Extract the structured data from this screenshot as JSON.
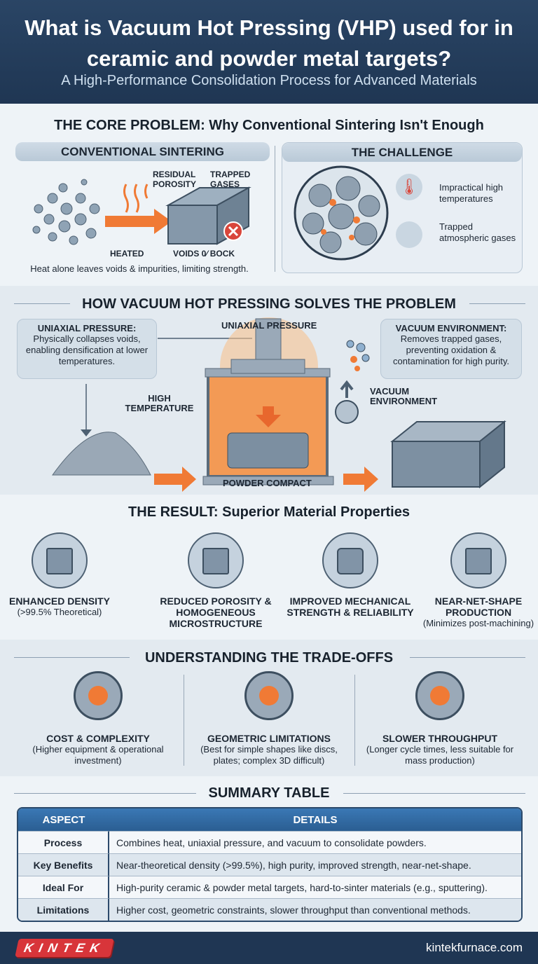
{
  "header": {
    "title": "What is Vacuum Hot Pressing (VHP) used for in ceramic and powder metal targets?",
    "subtitle": "A High-Performance Consolidation Process for Advanced Materials"
  },
  "core_problem": {
    "heading": "THE CORE PROBLEM: Why Conventional Sintering Isn't Enough",
    "conventional": {
      "title": "CONVENTIONAL SINTERING",
      "residual": "RESIDUAL POROSITY",
      "trapped": "TRAPPED GASES",
      "heated": "HEATED",
      "voids": "VOIDS 0⁄ BOCK",
      "caption": "Heat alone leaves voids & impurities, limiting strength."
    },
    "challenge": {
      "title": "THE CHALLENGE",
      "items": [
        "Impractical high temperatures",
        "Trapped atmospheric gases"
      ]
    }
  },
  "solution": {
    "heading": "HOW VACUUM HOT PRESSING SOLVES THE PROBLEM",
    "pressure_box": {
      "title": "UNIAXIAL PRESSURE:",
      "text": "Physically collapses voids, enabling densification at lower temperatures."
    },
    "vacuum_box": {
      "title": "VACUUM ENVIRONMENT:",
      "text": "Removes trapped gases, preventing oxidation & contamination for high purity."
    },
    "labels": {
      "uniaxial": "UNIAXIAL PRESSURE",
      "high_temp": "HIGH TEMPERATURE",
      "vacuum": "VACUUM ENVIRONMENT",
      "compact": "POWDER COMPACT"
    }
  },
  "result": {
    "heading": "THE RESULT: Superior Material Properties",
    "items": [
      {
        "title": "ENHANCED DENSITY",
        "sub": "(>99.5% Theoretical)",
        "icon": "cube-icon"
      },
      {
        "title": "REDUCED POROSITY & HOMOGENEOUS MICROSTRUCTURE",
        "sub": "",
        "icon": "grain-structure-icon"
      },
      {
        "title": "IMPROVED MECHANICAL STRENGTH & RELIABILITY",
        "sub": "",
        "icon": "rod-strength-icon"
      },
      {
        "title": "NEAR-NET-SHAPE PRODUCTION",
        "sub": "(Minimizes post-machining)",
        "icon": "mold-icon"
      }
    ]
  },
  "tradeoffs": {
    "heading": "UNDERSTANDING THE TRADE-OFFS",
    "items": [
      {
        "title": "COST & COMPLEXITY",
        "sub": "(Higher equipment & operational investment)",
        "icon": "gears-cost-icon"
      },
      {
        "title": "GEOMETRIC LIMITATIONS",
        "sub": "(Best for simple shapes like discs, plates; complex 3D difficult)",
        "icon": "cylinder-gear-icon"
      },
      {
        "title": "SLOWER THROUGHPUT",
        "sub": "(Longer cycle times, less suitable for mass production)",
        "icon": "clock-icon"
      }
    ]
  },
  "summary": {
    "heading": "SUMMARY TABLE",
    "columns": [
      "ASPECT",
      "DETAILS"
    ],
    "rows": [
      [
        "Process",
        "Combines heat, uniaxial pressure, and vacuum to consolidate powders."
      ],
      [
        "Key Benefits",
        "Near-theoretical density (>99.5%), high purity, improved strength, near-net-shape."
      ],
      [
        "Ideal For",
        "High-purity ceramic & powder metal targets, hard-to-sinter materials (e.g., sputtering)."
      ],
      [
        "Limitations",
        "Higher cost, geometric constraints, slower throughput than conventional methods."
      ]
    ]
  },
  "footer": {
    "logo": "KINTEK",
    "url": "kintekfurnace.com"
  },
  "colors": {
    "navy": "#1f3653",
    "accent": "#f07a35",
    "table_header": "#3a78b5"
  }
}
